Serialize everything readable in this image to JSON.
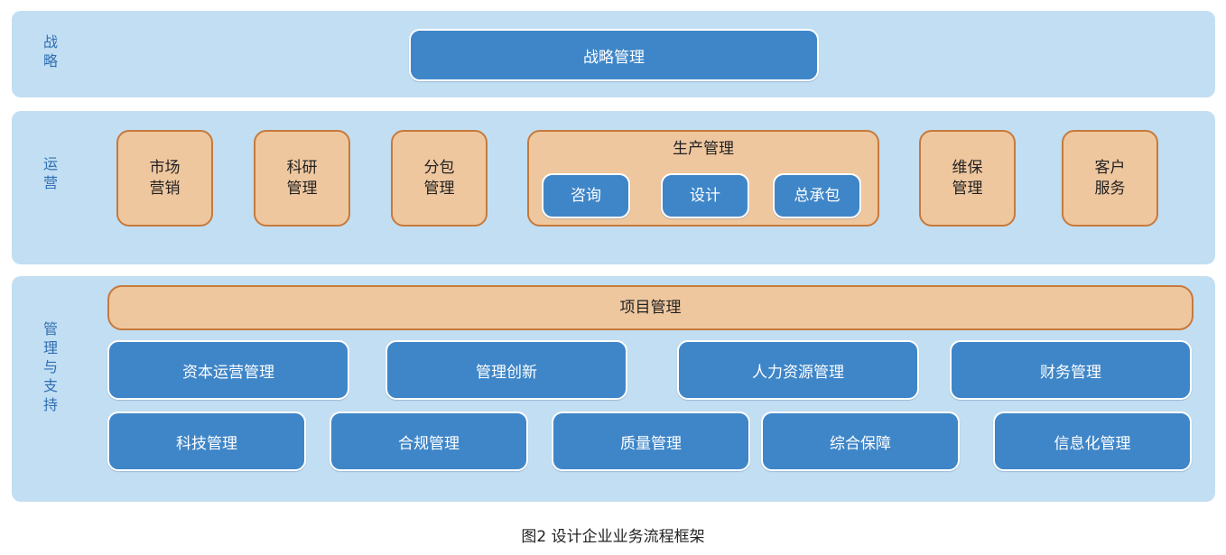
{
  "strategy": {
    "label": "战略",
    "box": "战略管理"
  },
  "operations": {
    "label": "运营",
    "boxes": [
      "市场营销",
      "科研管理",
      "分包管理",
      "维保管理",
      "客户服务"
    ],
    "production": {
      "title": "生产管理",
      "items": [
        "咨询",
        "设计",
        "总承包"
      ]
    }
  },
  "management": {
    "label": "管理与支持",
    "project": "项目管理",
    "row1": [
      "资本运营管理",
      "管理创新",
      "人力资源管理",
      "财务管理"
    ],
    "row2": [
      "科技管理",
      "合规管理",
      "质量管理",
      "综合保障",
      "信息化管理"
    ]
  },
  "caption": "图2 设计企业业务流程框架"
}
